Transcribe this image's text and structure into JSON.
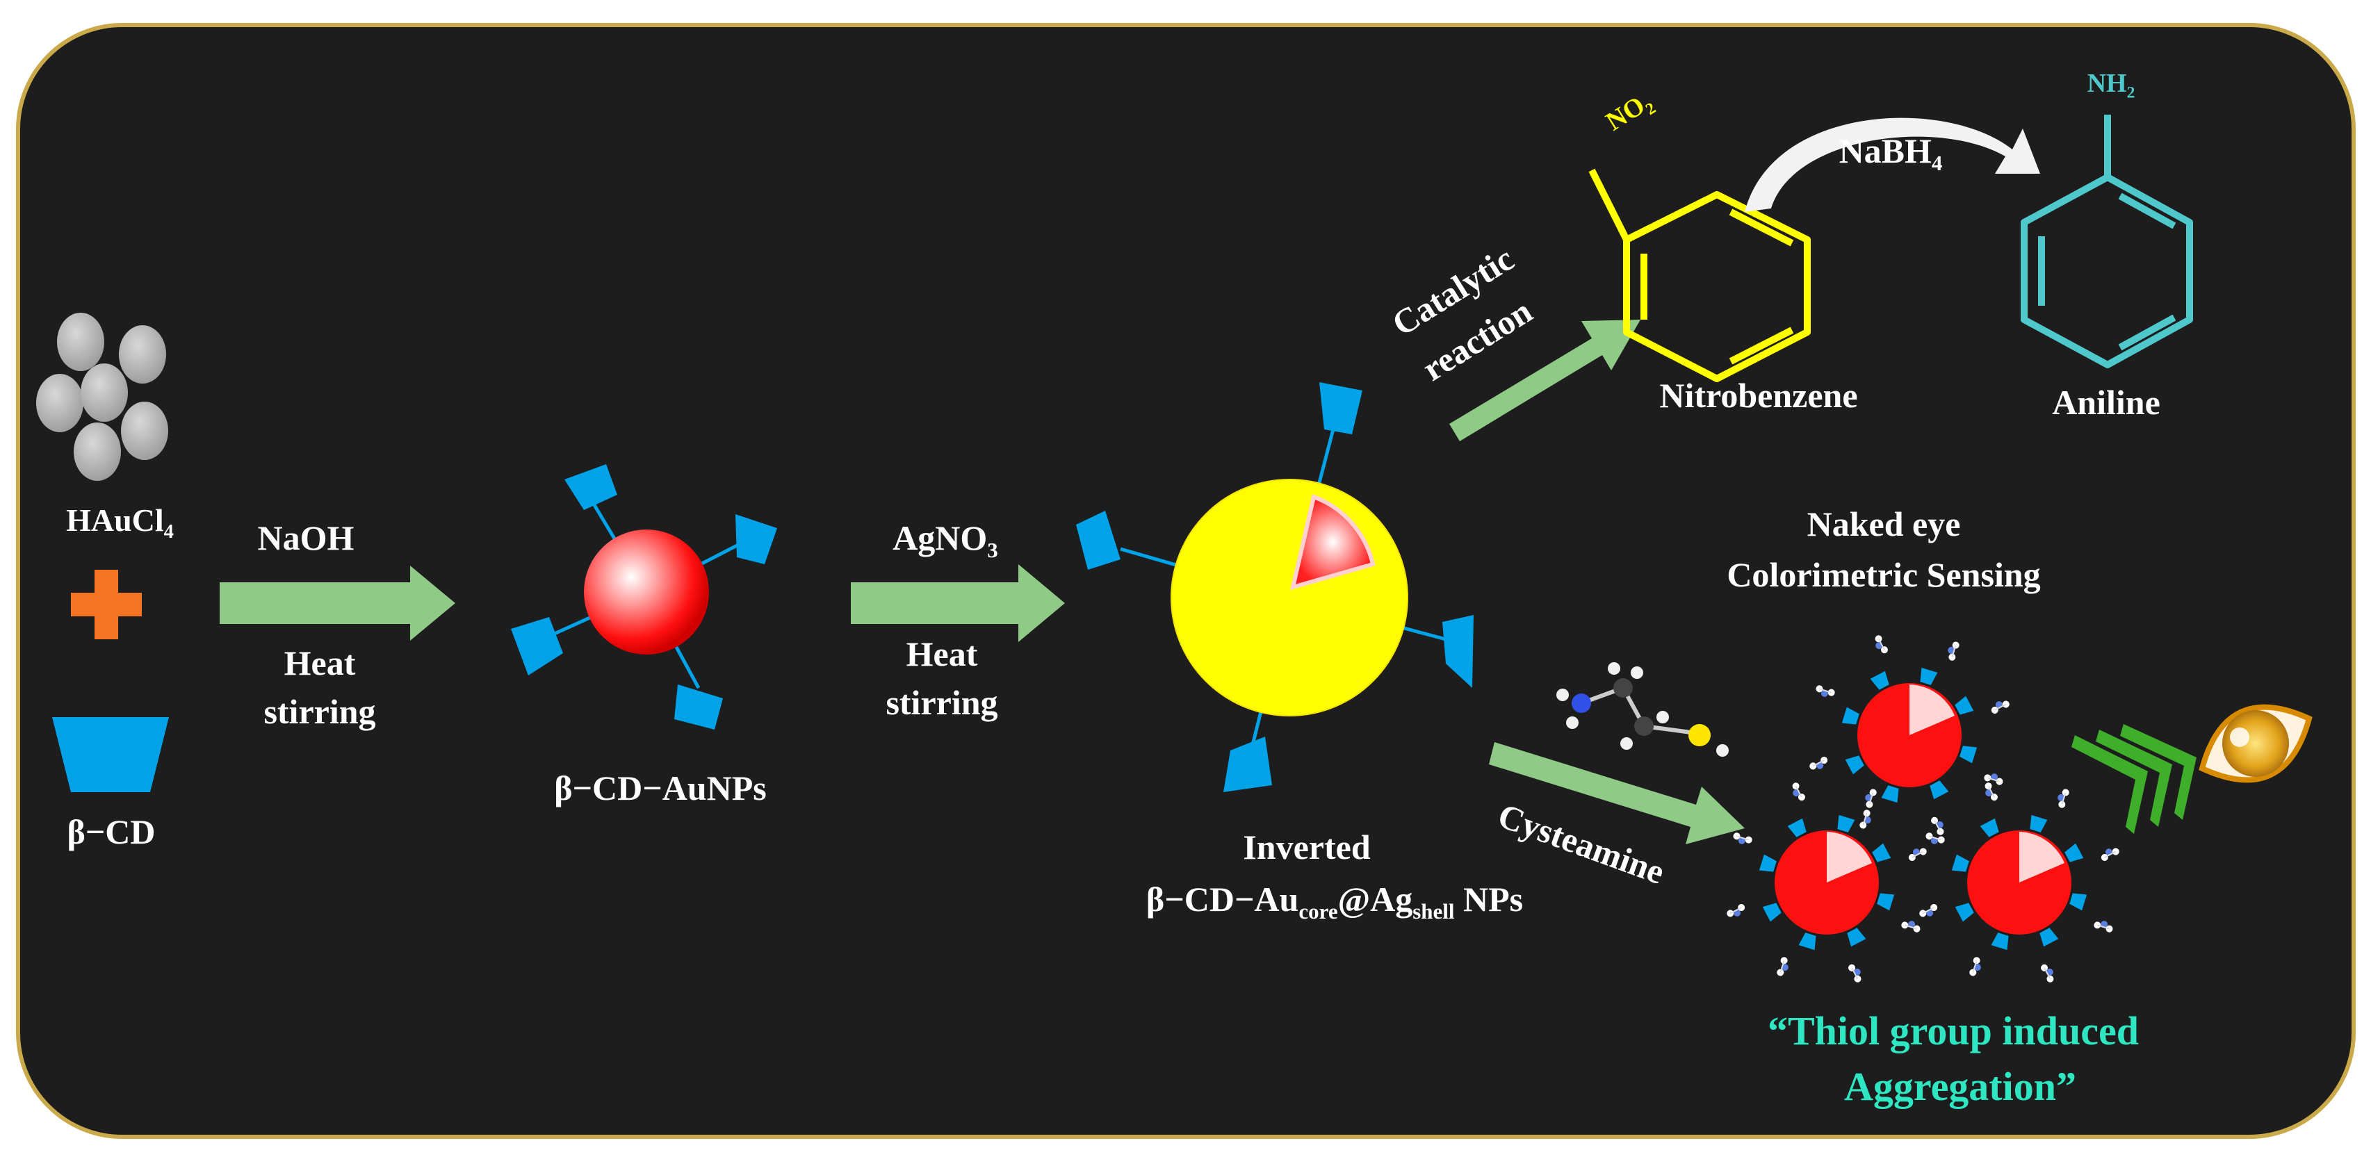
{
  "colors": {
    "background": "#1d1d1d",
    "border": "#c9a94a",
    "arrow": "#8fca86",
    "cd_blue": "#00a2e8",
    "gold": "#ffff00",
    "core_red": "#ff0000",
    "nitro_yellow": "#ffff00",
    "aniline_teal": "#4fc8cc",
    "plus_orange": "#f47424",
    "highlight_text": "#2ee6c1",
    "eye_green": "#3fae2a"
  },
  "reagents": {
    "haucl4": {
      "base": "HAuCl",
      "sub": "4"
    },
    "plus_icon": "plus-icon",
    "beta_cd": "β−CD"
  },
  "step1": {
    "reagent": "NaOH",
    "condition_line1": "Heat",
    "condition_line2": "stirring"
  },
  "auNPs_label": "β−CD−AuNPs",
  "step2": {
    "reagent_base": "AgNO",
    "reagent_sub": "3",
    "condition_line1": "Heat",
    "condition_line2": "stirring"
  },
  "core_shell": {
    "line1": "Inverted",
    "prefix": "β−CD−Au",
    "sub1": "core",
    "mid": "@Ag",
    "sub2": "shell",
    "suffix": " NPs"
  },
  "catalysis": {
    "arrow_label_line1": "Catalytic",
    "arrow_label_line2": "reaction",
    "reactant": "Nitrobenzene",
    "reactant_group_base": "NO",
    "reactant_group_sub": "2",
    "reducer_base": "NaBH",
    "reducer_sub": "4",
    "product": "Aniline",
    "product_group_base": "NH",
    "product_group_sub": "2"
  },
  "sensing": {
    "title_line1": "Naked eye",
    "title_line2": "Colorimetric Sensing",
    "arrow_label": "Cysteamine",
    "caption_line1": "“Thiol group induced",
    "caption_line2": "Aggregation”"
  }
}
